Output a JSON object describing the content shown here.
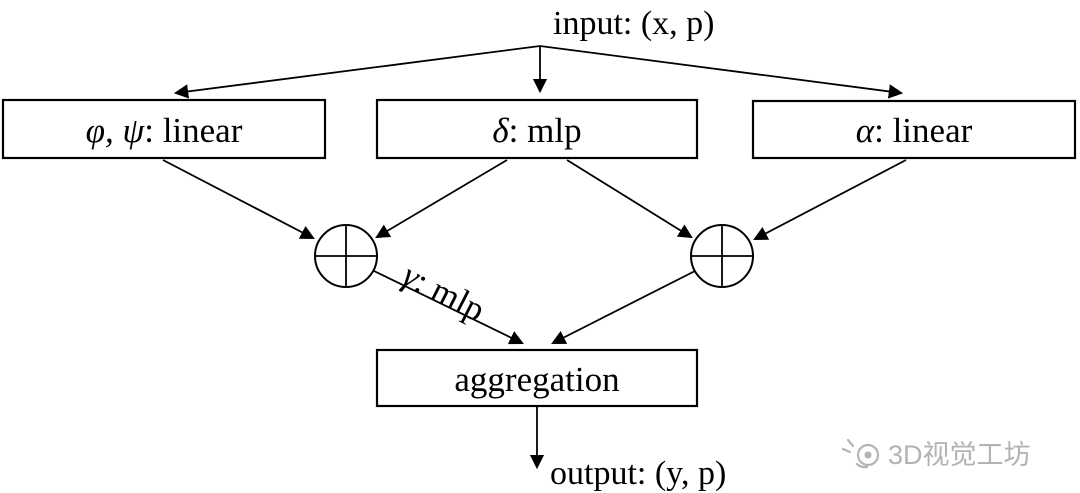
{
  "diagram": {
    "input_label": "input: (x, p)",
    "output_label": "output: (y, p)",
    "boxes": {
      "phi_psi": {
        "math": "φ, ψ",
        "rest": ": linear"
      },
      "delta": {
        "math": "δ",
        "rest": ": mlp"
      },
      "alpha": {
        "math": "α",
        "rest": ": linear"
      },
      "aggregation": "aggregation"
    },
    "gamma": {
      "math": "γ",
      "rest": ": mlp"
    },
    "sum_symbol": "⊕",
    "colors": {
      "line": "#000000",
      "background": "#ffffff",
      "watermark": "#b3b3b3"
    }
  },
  "watermark": {
    "text": "3D视觉工坊"
  }
}
